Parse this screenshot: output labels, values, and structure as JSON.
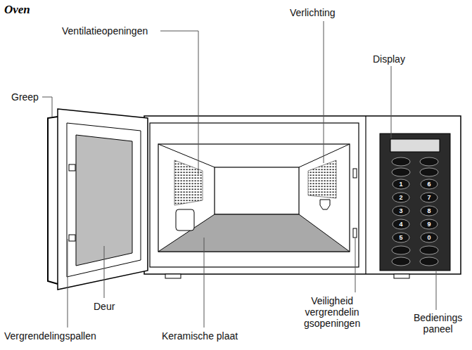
{
  "diagram": {
    "title": "Oven",
    "labels": [
      "Ventilatieopeningen",
      "Verlichting",
      "Display",
      "Greep",
      "Deur",
      "Vergrendelingspallen",
      "Keramische plaat",
      "Veiligheid vergrendelin gsopeningen",
      "Bedienings paneel",
      "1",
      "6",
      "2",
      "7",
      "3",
      "8",
      "4",
      "9",
      "5",
      "0"
    ]
  }
}
